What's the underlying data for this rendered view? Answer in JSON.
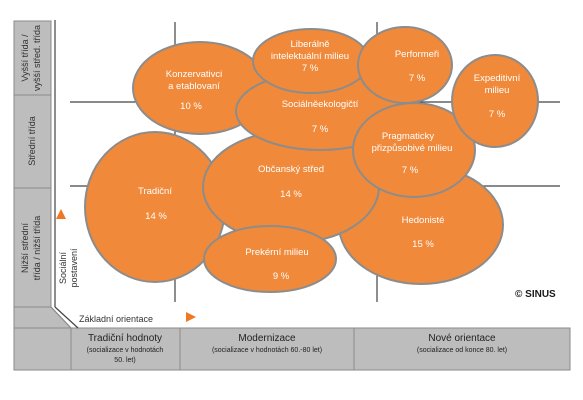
{
  "left_axis": {
    "upper": {
      "line1": "Vyšší třída /",
      "line2": "vyšší střed. třída"
    },
    "middle": {
      "line1": "Střední třída"
    },
    "lower": {
      "line1": "Nižší střední",
      "line2": "třída / nižší třída"
    },
    "social_position": {
      "line1": "Sociální",
      "line2": "postavení"
    }
  },
  "bottom_axis": {
    "basic_orientation": "Základní orientace",
    "columns": [
      {
        "title": "Tradiční hodnoty",
        "sub1": "(socializace v hodnotách",
        "sub2": "50. let)"
      },
      {
        "title": "Modernizace",
        "sub1": "(socializace v hodnotách 60.-80 let)",
        "sub2": ""
      },
      {
        "title": "Nové orientace",
        "sub1": "(socializace od konce 80. let)",
        "sub2": ""
      }
    ]
  },
  "copyright": "© SINUS",
  "milieus": [
    {
      "id": "liberalne",
      "line1": "Liberálně",
      "line2": "intelektuální milieu",
      "pct": "7 %"
    },
    {
      "id": "performeri",
      "line1": "Performeři",
      "line2": "",
      "pct": "7 %"
    },
    {
      "id": "expeditivni",
      "line1": "Expeditivní",
      "line2": "milieu",
      "pct": "7 %"
    },
    {
      "id": "konzervativci",
      "line1": "Konzervativci",
      "line2": "a etablovaní",
      "pct": "10 %"
    },
    {
      "id": "socialneekologicti",
      "line1": "Sociálněekologičtí",
      "line2": "",
      "pct": "7 %"
    },
    {
      "id": "pragmaticky",
      "line1": "Pragmaticky",
      "line2": "přizpůsobivé milieu",
      "pct": "7 %"
    },
    {
      "id": "tradicni",
      "line1": "Tradiční",
      "line2": "",
      "pct": "14 %"
    },
    {
      "id": "obcansky",
      "line1": "Občanský střed",
      "line2": "",
      "pct": "14 %"
    },
    {
      "id": "hedoniste",
      "line1": "Hedonisté",
      "line2": "",
      "pct": "15 %"
    },
    {
      "id": "prekerni",
      "line1": "Prekérní milieu",
      "line2": "",
      "pct": "9 %"
    }
  ],
  "colors": {
    "blob": "#F0893A",
    "blob_stroke": "#8C8C8C",
    "panel": "#BDBDBD",
    "panel_border": "#8A8A8A",
    "arrow": "#F07820"
  }
}
